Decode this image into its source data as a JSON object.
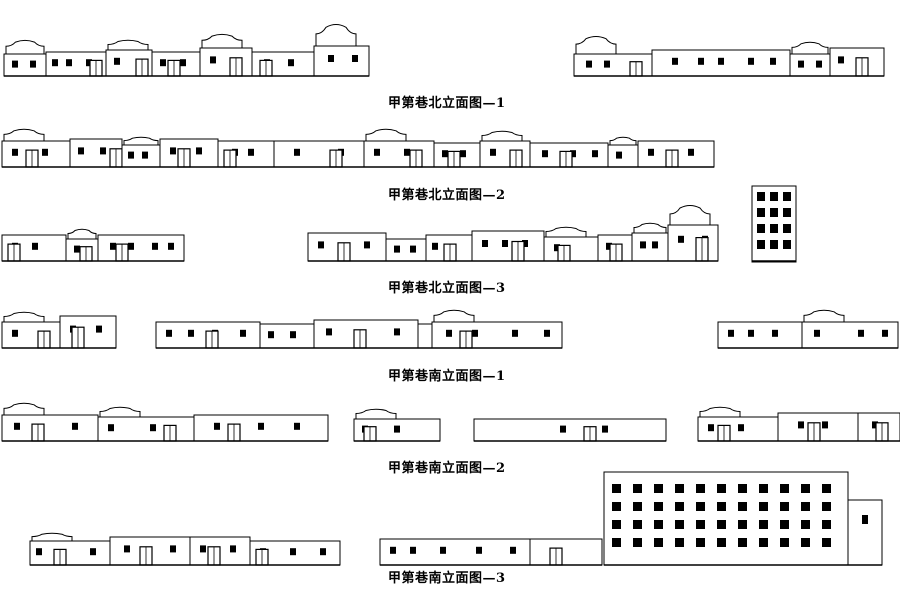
{
  "drawing": {
    "labels": [
      "甲第巷北立面图—1",
      "甲第巷北立面图—2",
      "甲第巷北立面图—3",
      "甲第巷南立面图—1",
      "甲第巷南立面图—2",
      "甲第巷南立面图—3"
    ]
  },
  "colors": {
    "line": "#000000",
    "fill": "#ffffff",
    "window": "#000000"
  }
}
